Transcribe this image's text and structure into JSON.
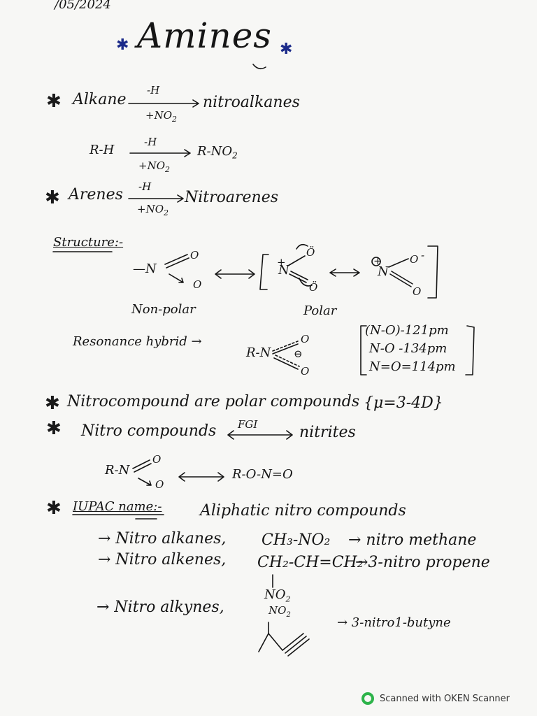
{
  "header": {
    "date": "/05/2024",
    "title": "Amines"
  },
  "reaction1": {
    "reactant": "Alkane",
    "above": "-H",
    "below": "+NO",
    "below_sub": "2",
    "product": "nitroalkanes"
  },
  "reaction2": {
    "reactant": "R-H",
    "above": "-H",
    "below": "+NO",
    "below_sub": "2",
    "product": "R-NO",
    "product_sub": "2"
  },
  "reaction3": {
    "reactant": "Arenes",
    "above": "-H",
    "below": "+NO",
    "below_sub": "2",
    "product": "Nitroarenes"
  },
  "structure": {
    "heading": "Structure:-",
    "s1": {
      "bond": "—N",
      "o_top": "O",
      "o_bottom": "O"
    },
    "s2": {
      "n": "N",
      "plus": "+",
      "o_top": "Ö",
      "o_bottom": "Ö"
    },
    "s3": {
      "n": "N",
      "plus": "+",
      "o_top": "O",
      "o_bottom": "O",
      "minus": "-"
    },
    "label_left": "Non-polar",
    "label_right": "Polar"
  },
  "resonance": {
    "label": "Resonance hybrid →",
    "formula": "R-N",
    "o_top": "O",
    "o_bottom": "O",
    "bond_lengths": [
      "(N-O)-121pm",
      "N-O -134pm",
      "N=O=114pm"
    ]
  },
  "notes": {
    "polar": "Nitrocompound are polar compounds",
    "mu": "{μ=3-4D}",
    "fgi_left": "Nitro compounds",
    "fgi_label": "FGI",
    "fgi_right": "nitrites"
  },
  "isomer": {
    "left": "R-N",
    "o_top": "O",
    "o_bottom": "O",
    "right": "R-O-N=O"
  },
  "iupac": {
    "heading": "IUPAC name:-",
    "subheading": "Aliphatic nitro compounds",
    "items": [
      {
        "prefix": "→ Nitro alkanes,",
        "formula": "CH₃-NO₂",
        "result": "→ nitro methane"
      },
      {
        "prefix": "→ Nitro alkenes,",
        "formula": "CH₂-CH=CH₂",
        "result": "→3-nitro propene"
      },
      {
        "prefix": "→ Nitro alkynes,",
        "formula": "",
        "result": "→ 3-nitro1-butyne"
      }
    ],
    "alkene_no2": "NO",
    "alkene_no2_sub": "2",
    "alkyne_no2": "NO",
    "alkyne_no2_sub": "2"
  },
  "footer": {
    "scanner": "Scanned with OKEN Scanner"
  },
  "colors": {
    "ink": "#151515",
    "star": "#1b2a8a",
    "logo": "#2db34a"
  }
}
